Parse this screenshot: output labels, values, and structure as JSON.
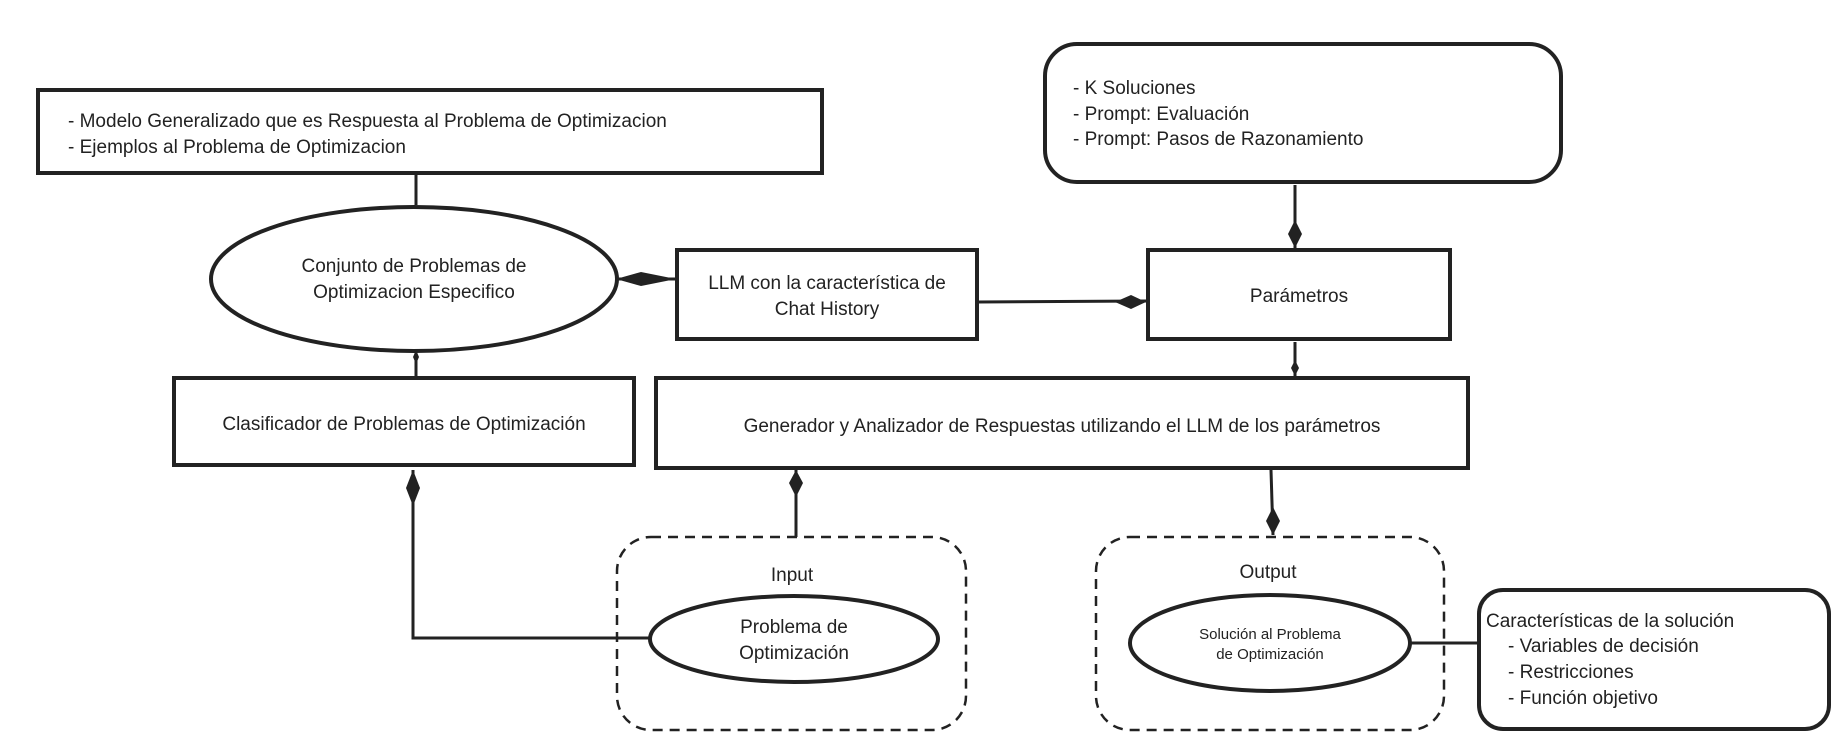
{
  "colors": {
    "stroke": "#222222",
    "background": "#ffffff"
  },
  "diagram": {
    "top_note": {
      "lines": [
        "- Modelo Generalizado que es Respuesta al Problema de Optimizacion",
        "- Ejemplos al Problema de Optimizacion"
      ]
    },
    "conjunto": {
      "lines": [
        "Conjunto de Problemas de",
        "Optimizacion Especifico"
      ]
    },
    "llm": {
      "lines": [
        "LLM con la característica de",
        "Chat History"
      ]
    },
    "param_note": {
      "lines": [
        "- K Soluciones",
        "- Prompt: Evaluación",
        "- Prompt: Pasos de Razonamiento"
      ]
    },
    "parametros": {
      "label": "Parámetros"
    },
    "clasificador": {
      "label": "Clasificador de Problemas de Optimización"
    },
    "generador": {
      "label": "Generador y Analizador de Respuestas utilizando el LLM de los parámetros"
    },
    "input_group": {
      "title": "Input"
    },
    "problema": {
      "lines": [
        "Problema de",
        "Optimización"
      ]
    },
    "output_group": {
      "title": "Output"
    },
    "solucion": {
      "lines": [
        "Solución al Problema",
        "de Optimización"
      ]
    },
    "caracteristicas": {
      "lines": [
        "Características de la solución",
        "- Variables de decisión",
        "- Restricciones",
        "- Función objetivo"
      ]
    }
  }
}
